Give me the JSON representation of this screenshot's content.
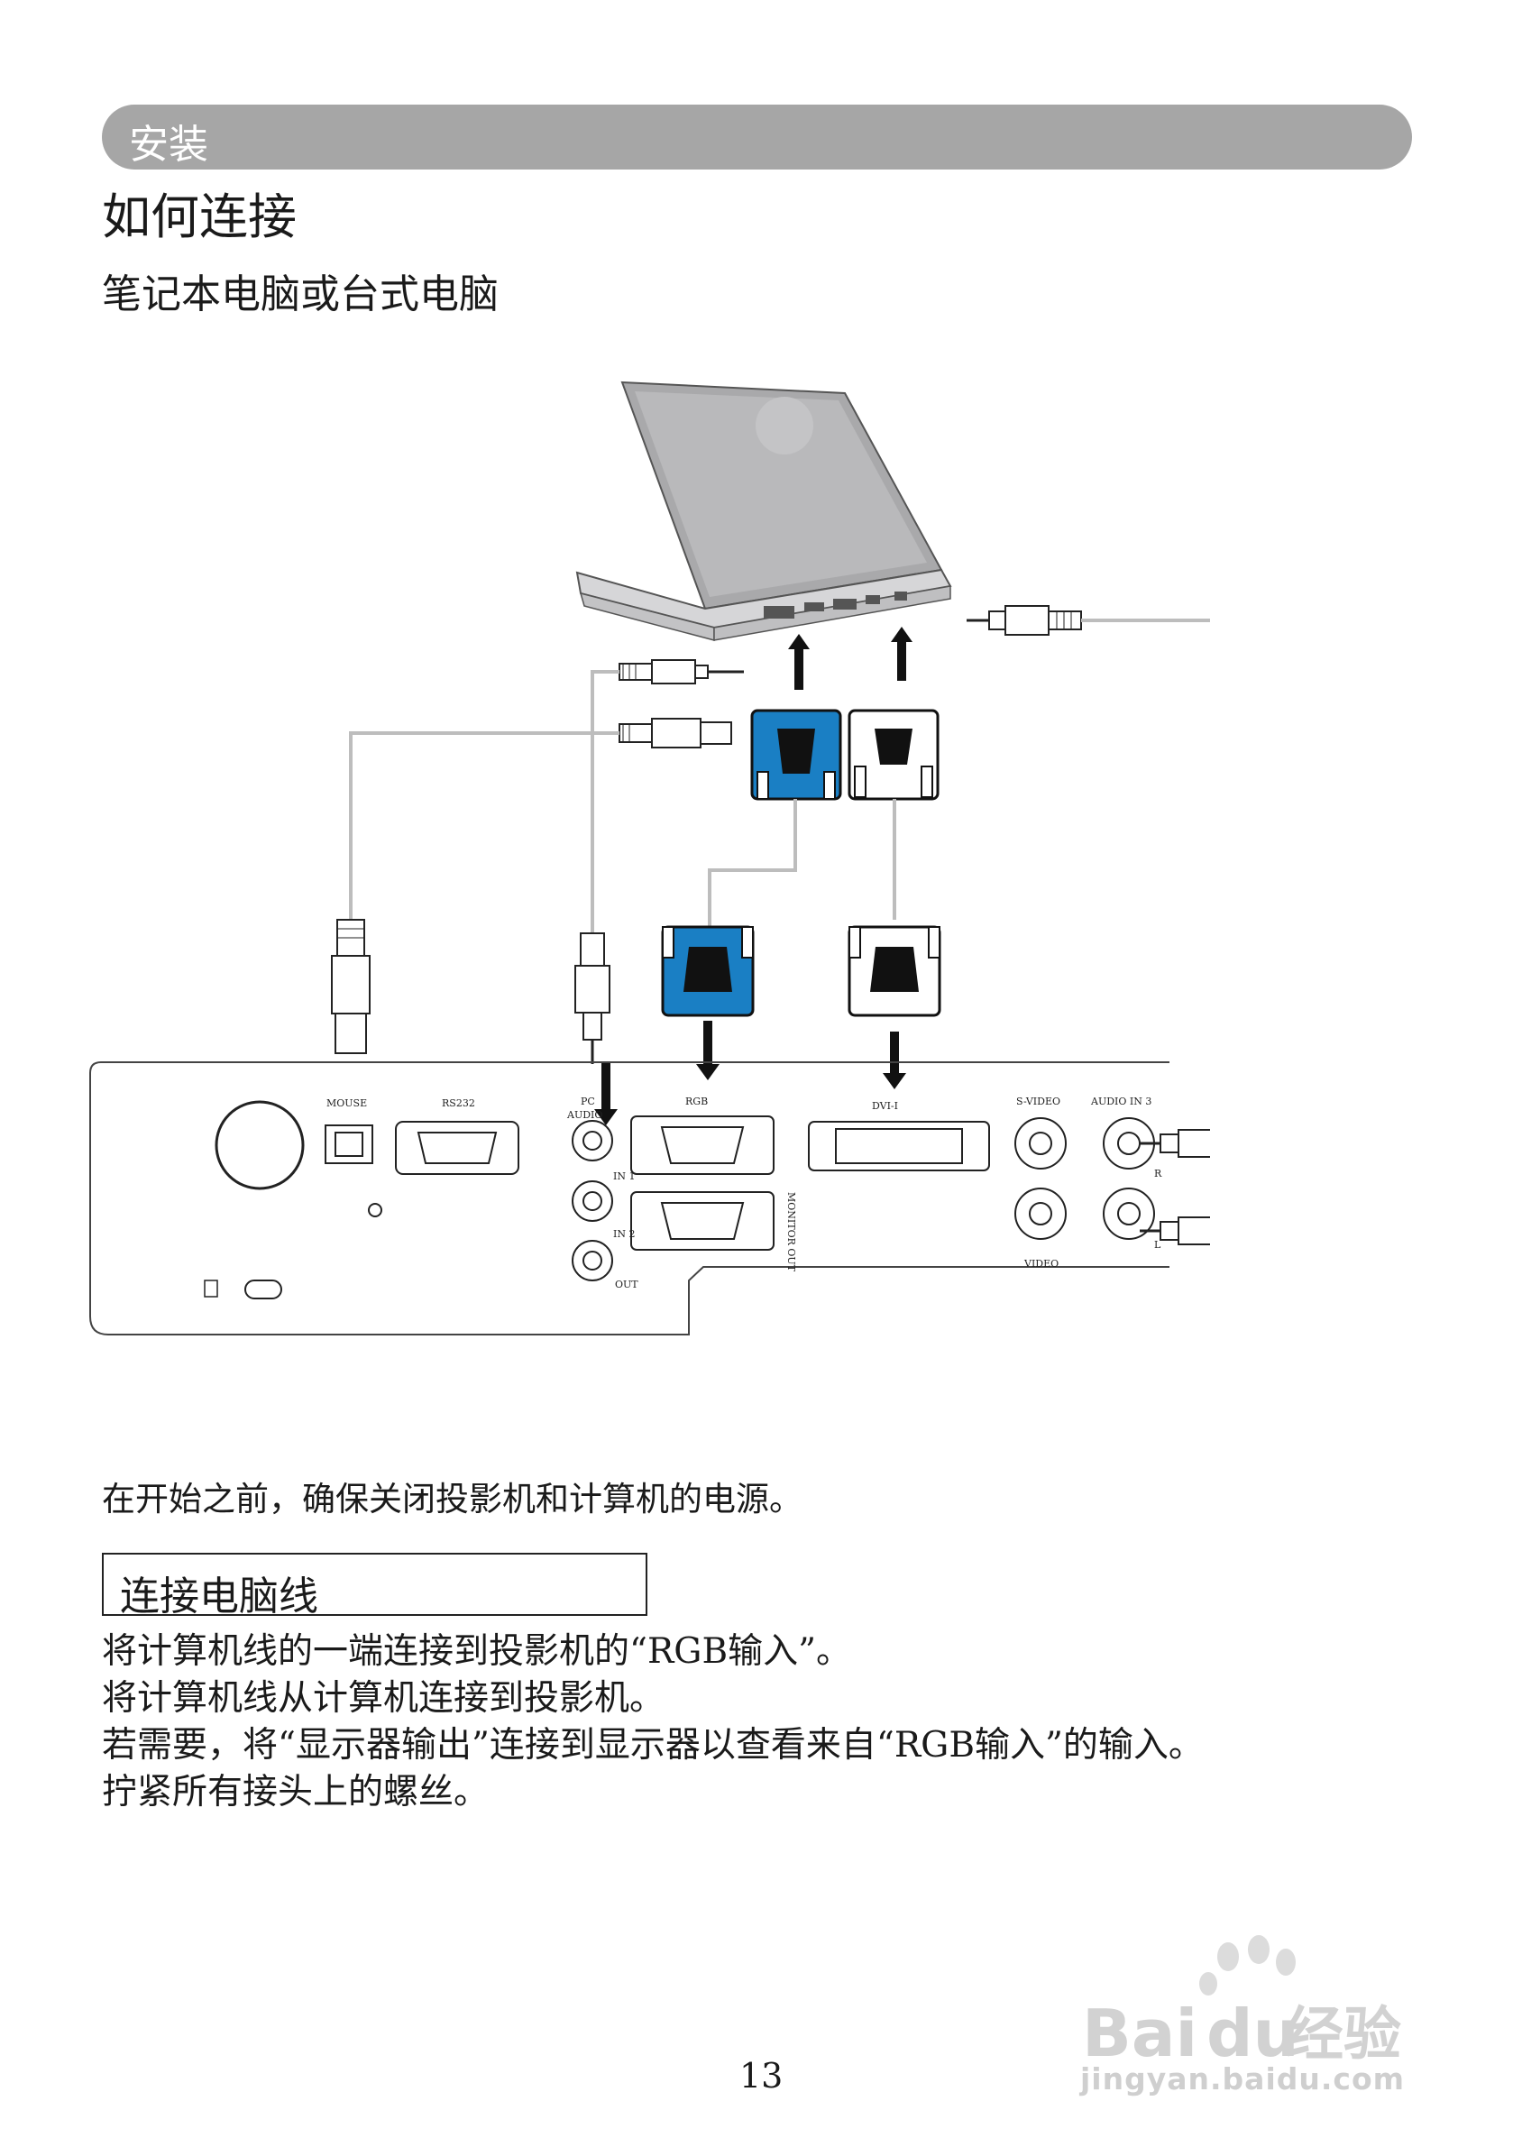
{
  "header": {
    "section": "安装"
  },
  "title": "如何连接",
  "subtitle": "笔记本电脑或台式电脑",
  "diagram": {
    "ports": {
      "mouse": "MOUSE",
      "rs232": "RS232",
      "pc_audio_1": "PC",
      "pc_audio_2": "AUDIO",
      "rgb": "RGB",
      "dvi": "DVI-I",
      "svideo": "S-VIDEO",
      "audio_in3": "AUDIO IN 3",
      "in1": "IN 1",
      "in2": "IN 2",
      "out": "OUT",
      "monitor_out": "MONITOR OUT",
      "video": "VIDEO",
      "r": "R",
      "l": "L"
    },
    "colors": {
      "vga_blue": "#1a7fc4",
      "panel_line": "#444444",
      "cable_gray": "#bdbdbd"
    }
  },
  "note": "在开始之前，确保关闭投影机和计算机的电源。",
  "box_title": "连接电脑线",
  "steps": [
    "将计算机线的一端连接到投影机的“RGB输入”。",
    "将计算机线从计算机连接到投影机。",
    "若需要，将“显示器输出”连接到显示器以查看来自“RGB输入”的输入。",
    "拧紧所有接头上的螺丝。"
  ],
  "page_number": "13",
  "watermark": {
    "brand": "Bai",
    "brand2": "du",
    "cn": "经验",
    "url": "jingyan.baidu.com"
  }
}
